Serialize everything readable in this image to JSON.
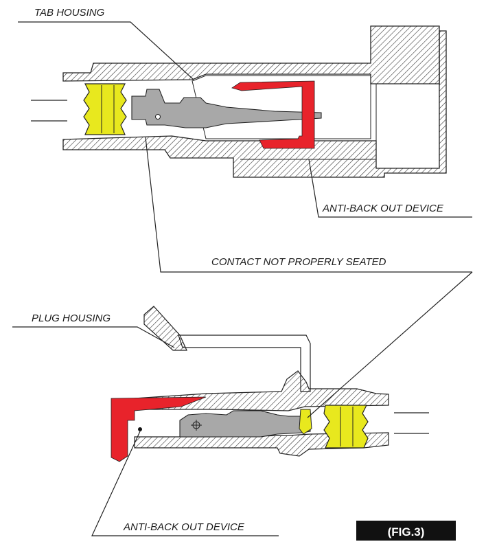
{
  "labels": {
    "tab_housing": "TAB HOUSING",
    "anti_back_out_top": "ANTI-BACK OUT DEVICE",
    "contact_not_seated": "CONTACT NOT PROPERLY SEATED",
    "plug_housing": "PLUG HOUSING",
    "anti_back_out_bottom": "ANTI-BACK OUT DEVICE",
    "figure_tag": "(FIG.3)"
  },
  "colors": {
    "seal": "#e8e81e",
    "anti_back_out": "#e8232b",
    "contact": "#a8a8a8",
    "line": "#222222",
    "hatch": "#333333"
  }
}
